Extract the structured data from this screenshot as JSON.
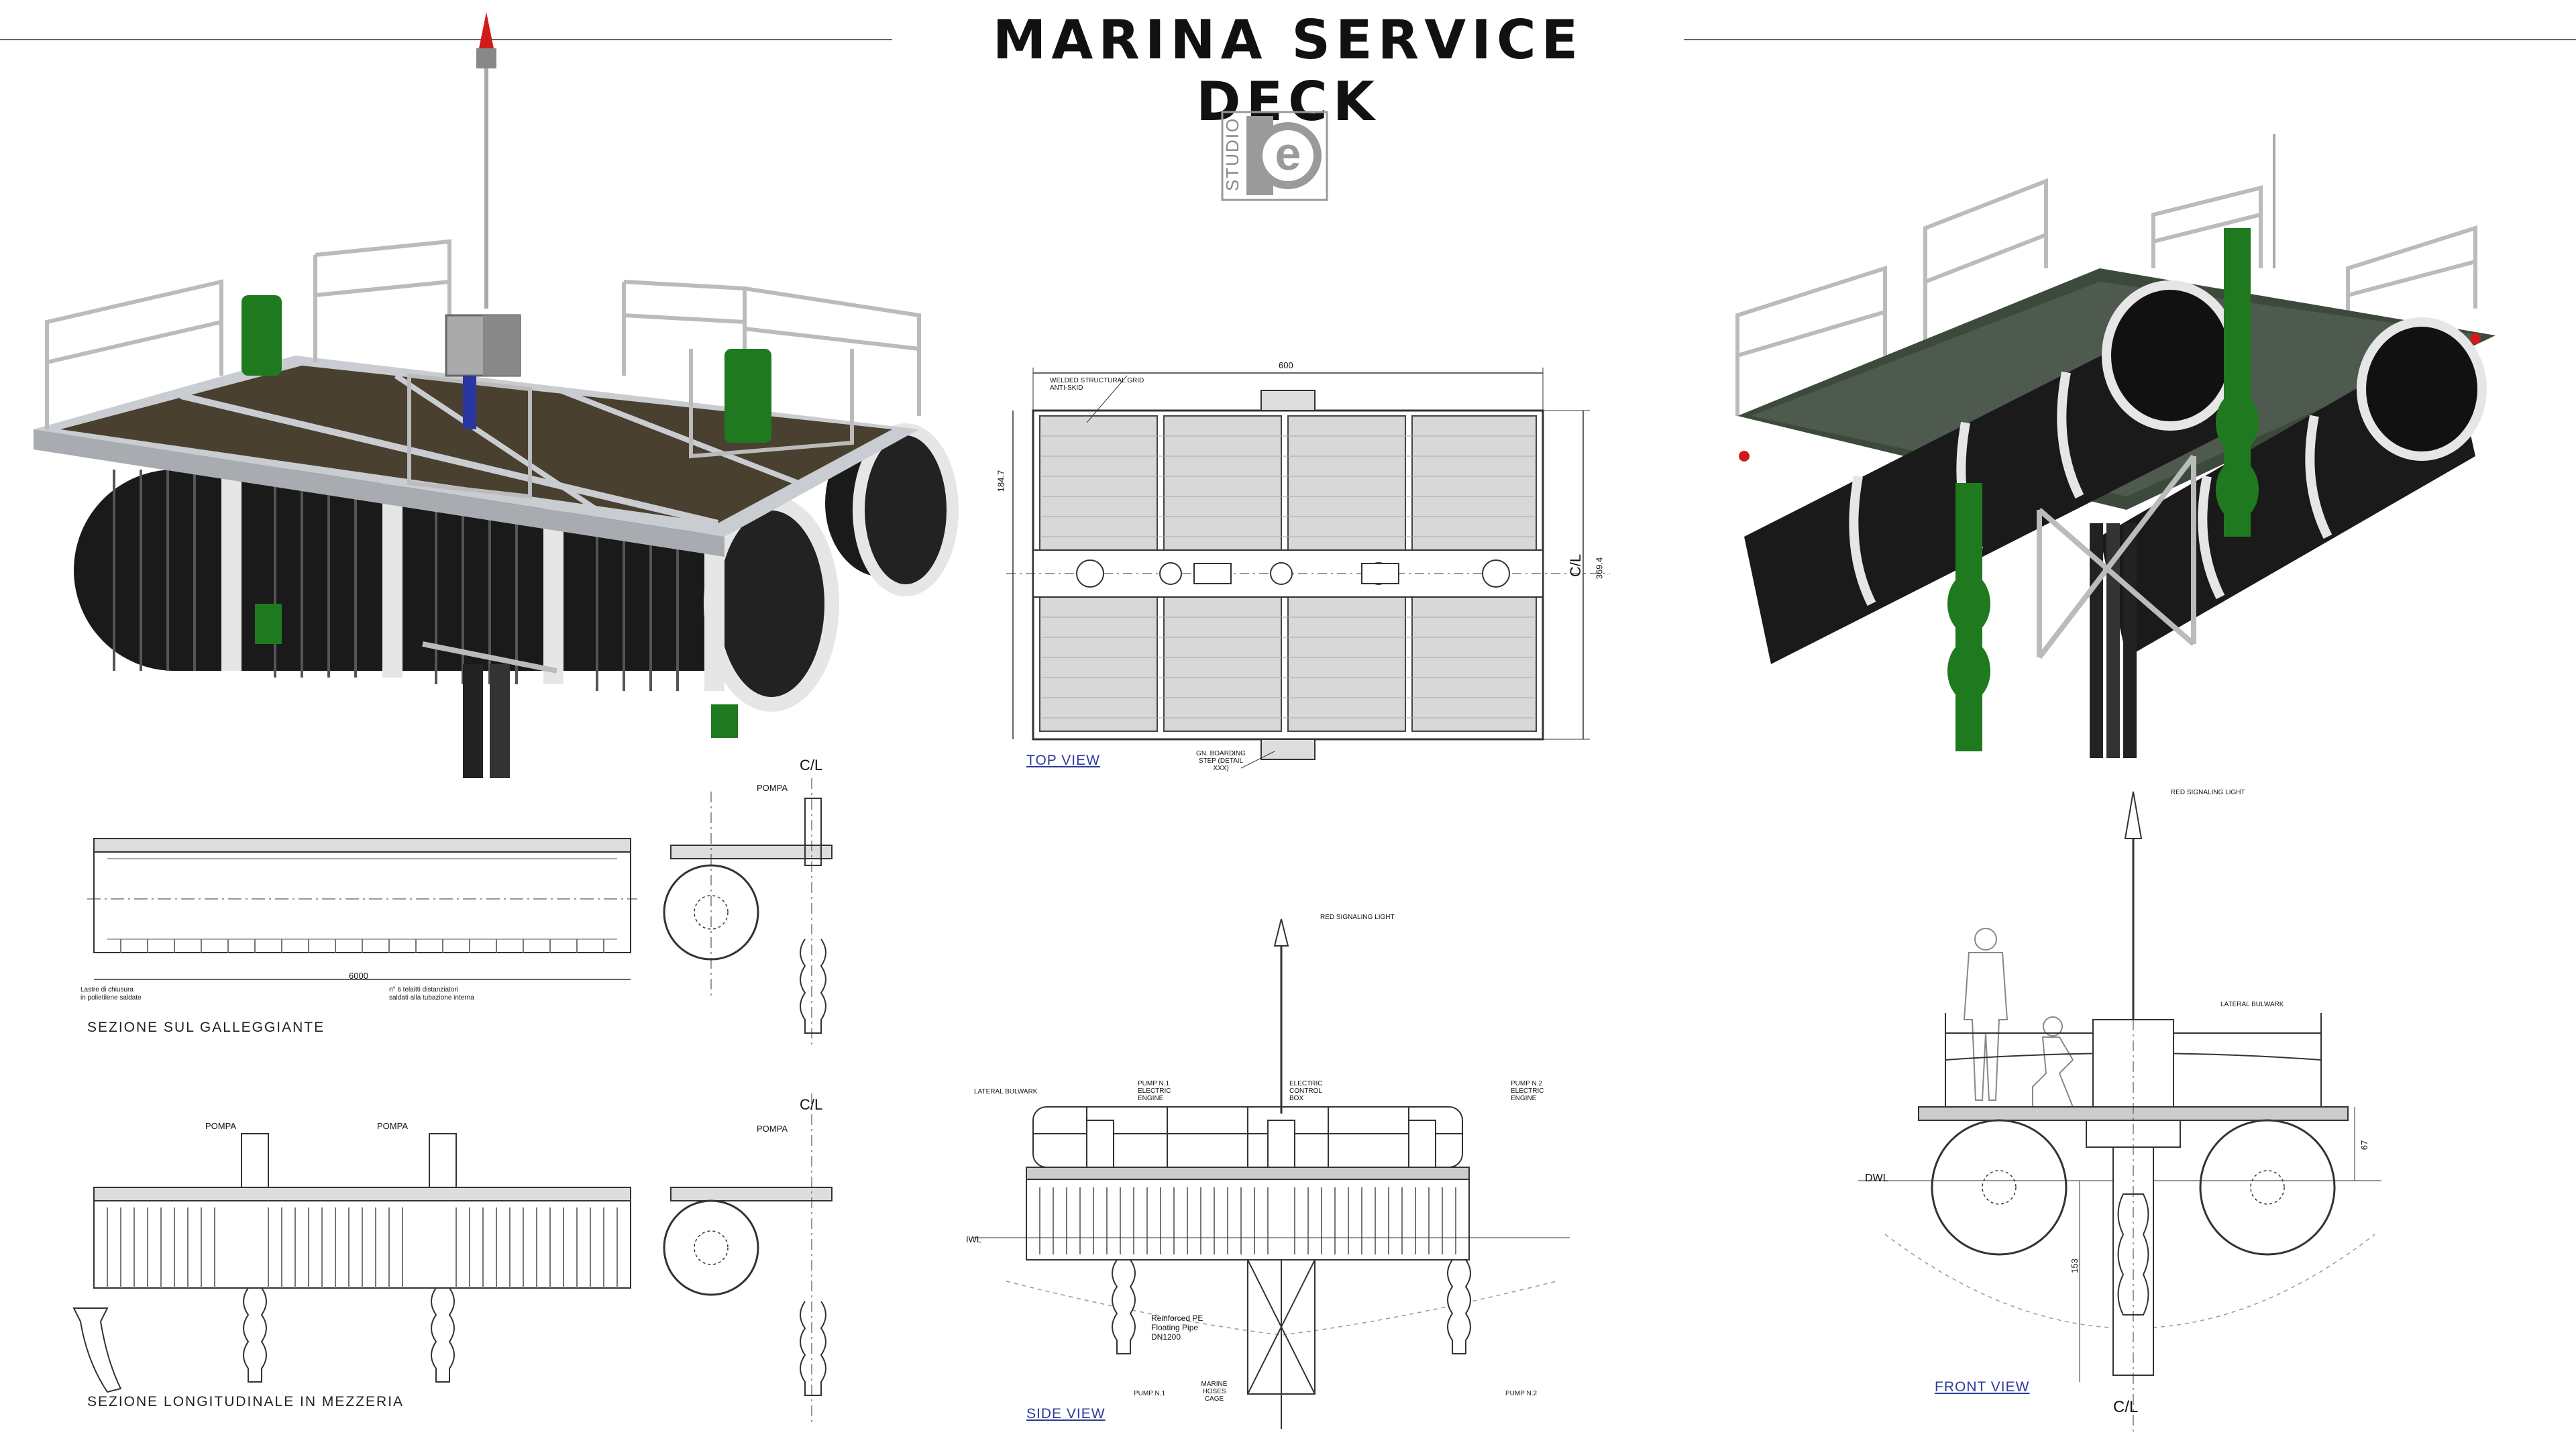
{
  "title": "MARINA SERVICE DECK",
  "logo": {
    "studio_text": "STUDIO",
    "mark_text": "e"
  },
  "top_view": {
    "caption": "TOP VIEW",
    "dim_width": "600",
    "dim_height_left": "184.7",
    "dim_height_right": "369.4",
    "centerline_label": "C/L",
    "note_grid": "WELDED STRUCTURAL GRID ANTI-SKID",
    "note_step": "GN. BOARDING STEP (DETAIL XXX)"
  },
  "section_float": {
    "caption": "SEZIONE SUL GALLEGGIANTE",
    "dim_length": "6000",
    "note_left_1": "Lastre di chiusura",
    "note_left_2": "in polietilene saldate",
    "note_right_1": "n° 6 telaitti distanziatori",
    "note_right_2": "saldati alla tubazione interna",
    "pump_label": "POMPA",
    "centerline_label": "C/L"
  },
  "section_longitudinal": {
    "caption": "SEZIONE LONGITUDINALE IN MEZZERIA",
    "pump_label_1": "POMPA",
    "pump_label_2": "POMPA",
    "pump_label_3": "POMPA",
    "centerline_label": "C/L"
  },
  "side_view": {
    "caption": "SIDE VIEW",
    "red_light": "RED SIGNALING LIGHT",
    "bulwark": "LATERAL BULWARK",
    "pump1_engine": "PUMP N.1 ELECTRIC ENGINE",
    "control_box": "ELECTRIC CONTROL BOX",
    "pump2_engine": "PUMP N.2 ELECTRIC ENGINE",
    "floating_pipe_1": "Reinforced PE",
    "floating_pipe_2": "Floating Pipe",
    "floating_pipe_3": "DN1200",
    "hoses_cage": "MARINE HOSES CAGE",
    "pump1": "PUMP N.1",
    "pump2": "PUMP N.2",
    "waterline": "IWL"
  },
  "front_view": {
    "caption": "FRONT VIEW",
    "red_light": "RED SIGNALING LIGHT",
    "bulwark": "LATERAL BULWARK",
    "waterline": "DWL",
    "dim_freeboard": "67",
    "dim_draft": "153",
    "centerline_label": "C/L"
  },
  "colors": {
    "pontoon": "#1a1a1a",
    "deck_frame": "#c9ccd0",
    "grating": "#4a4030",
    "pump_green": "#1f7a1f",
    "signal_red": "#d11a1a",
    "steel_dark": "#3c4a3c",
    "link_blue": "#2c3a9c"
  }
}
